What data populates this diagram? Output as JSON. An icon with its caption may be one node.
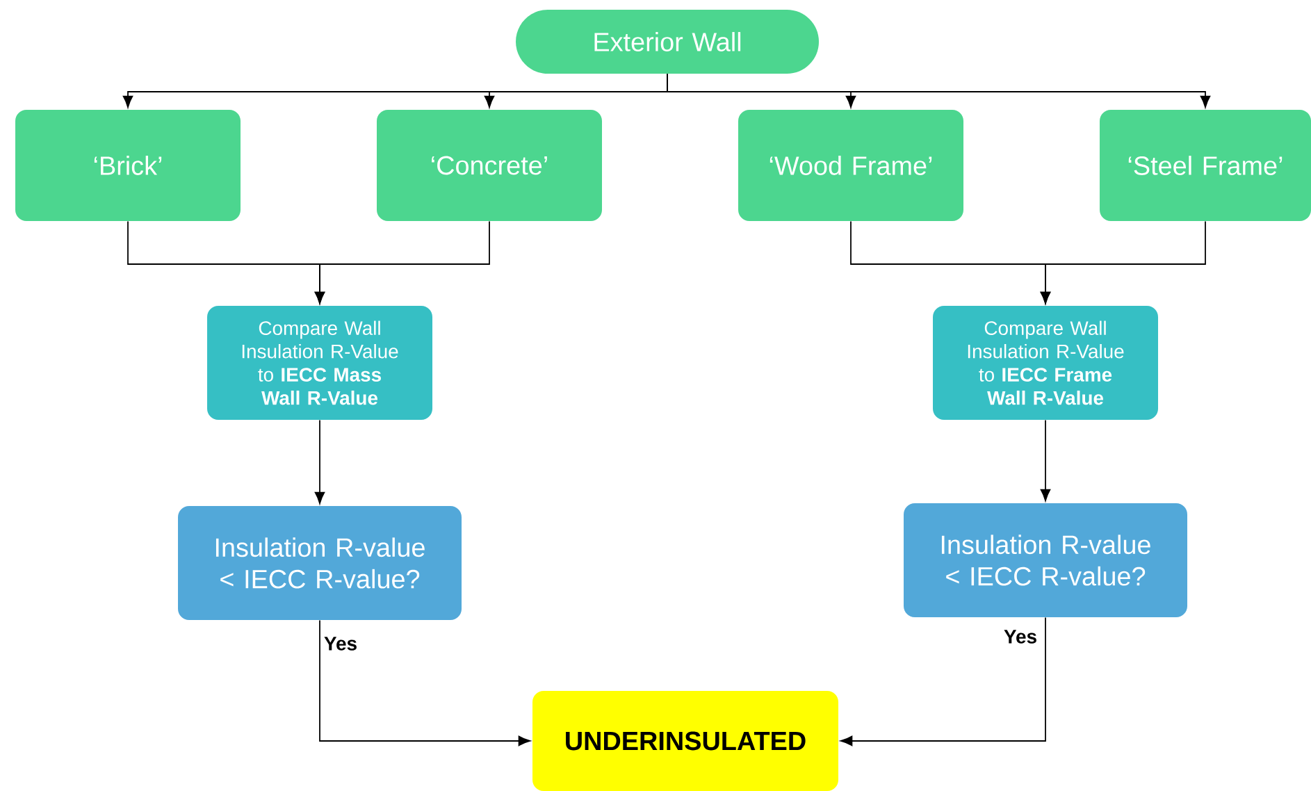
{
  "diagram": {
    "nodes": [
      {
        "text": [
          "Exterior Wall"
        ]
      },
      {
        "text": [
          "‘Brick’"
        ]
      },
      {
        "text": [
          "‘Concrete’"
        ]
      },
      {
        "text": [
          "‘Wood Frame’"
        ]
      },
      {
        "text": [
          "‘Steel Frame’"
        ]
      },
      {
        "text": [
          "Compare Wall Insulation R-Value to **IECC Mass Wall R-Value**"
        ]
      },
      {
        "text": [
          "Compare Wall Insulation R-Value to **IECC Frame Wall R-Value**"
        ]
      },
      {
        "text": [
          "Insulation R-value < IECC R-value?"
        ]
      },
      {
        "text": [
          "Insulation R-value < IECC R-value?"
        ]
      },
      {
        "text": [
          "UNDERINSULATED"
        ]
      }
    ],
    "edges": [
      {
        "from": 0,
        "to": 1,
        "arrow": "to"
      },
      {
        "from": 0,
        "to": 2,
        "arrow": "to"
      },
      {
        "from": 0,
        "to": 3,
        "arrow": "to"
      },
      {
        "from": 0,
        "to": 4,
        "arrow": "to"
      },
      {
        "from": 1,
        "to": 5,
        "arrow": "to"
      },
      {
        "from": 2,
        "to": 5,
        "arrow": "to"
      },
      {
        "from": 3,
        "to": 6,
        "arrow": "to"
      },
      {
        "from": 4,
        "to": 6,
        "arrow": "to"
      },
      {
        "from": 5,
        "to": 7,
        "arrow": "to"
      },
      {
        "from": 6,
        "to": 8,
        "arrow": "to"
      },
      {
        "from": 7,
        "to": 9,
        "arrow": "to",
        "label": "Yes"
      },
      {
        "from": 8,
        "to": 9,
        "arrow": "to",
        "label": "Yes"
      }
    ]
  }
}
